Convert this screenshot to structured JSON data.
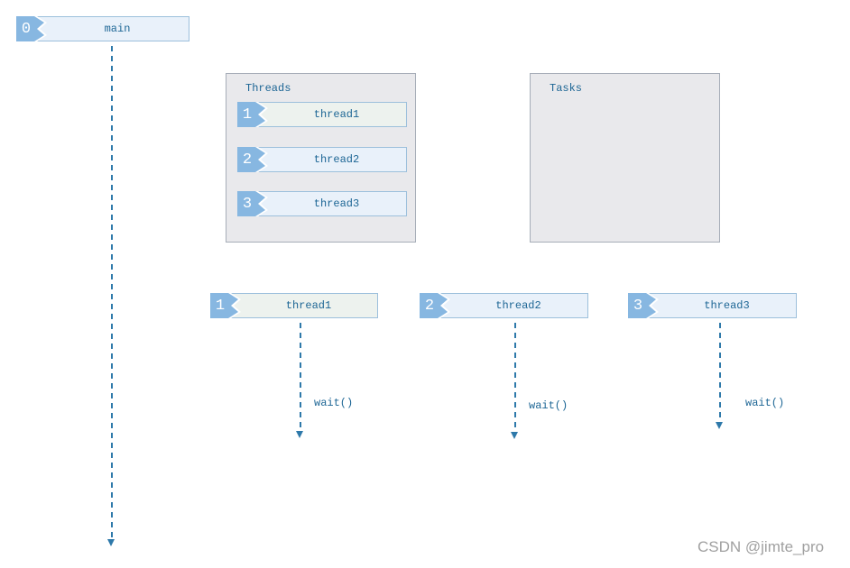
{
  "diagram": {
    "main": {
      "badge": "0",
      "label": "main"
    },
    "threads_panel": {
      "title": "Threads",
      "items": [
        {
          "badge": "1",
          "label": "thread1"
        },
        {
          "badge": "2",
          "label": "thread2"
        },
        {
          "badge": "3",
          "label": "thread3"
        }
      ]
    },
    "tasks_panel": {
      "title": "Tasks"
    },
    "lifelines": [
      {
        "badge": "1",
        "label": "thread1",
        "call": "wait()"
      },
      {
        "badge": "2",
        "label": "thread2",
        "call": "wait()"
      },
      {
        "badge": "3",
        "label": "thread3",
        "call": "wait()"
      }
    ],
    "colors": {
      "badge_blue": "#87b7e1",
      "node_fill": "#e9f1fa",
      "node_border": "#9dc0dc",
      "thread1_fill": "#edf2ee",
      "panel_fill": "#e9e9ec",
      "panel_border": "#a6adb8",
      "text_blue": "#1d6695",
      "line_blue": "#2e79aa",
      "watermark_gray": "#a0a0a0"
    }
  },
  "watermark": "CSDN @jimte_pro"
}
